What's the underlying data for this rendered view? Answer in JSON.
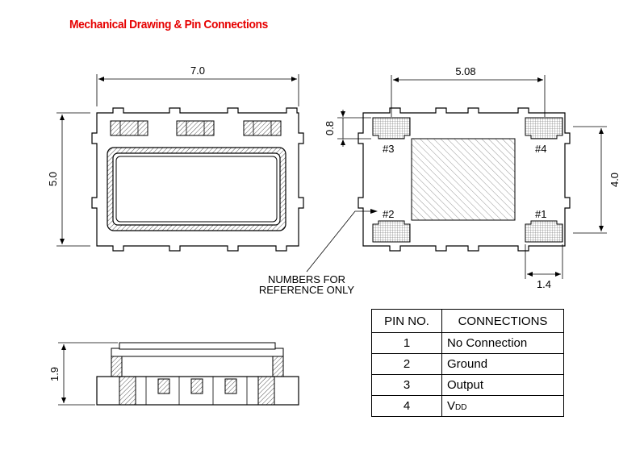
{
  "title": "Mechanical Drawing & Pin Connections",
  "dimensions": {
    "top_width": "7.0",
    "top_height": "5.0",
    "pad_pitch_horizontal": "5.08",
    "pad_pitch_vertical": "4.0",
    "pad_height": "0.8",
    "pad_width": "1.4",
    "side_height": "1.9"
  },
  "pin_labels": [
    "#1",
    "#2",
    "#3",
    "#4"
  ],
  "note": {
    "line1": "NUMBERS FOR",
    "line2": "REFERENCE ONLY"
  },
  "pin_table": {
    "headers": [
      "PIN NO.",
      "CONNECTIONS"
    ],
    "rows": [
      {
        "pin": "1",
        "connection": "No Connection"
      },
      {
        "pin": "2",
        "connection": "Ground"
      },
      {
        "pin": "3",
        "connection": "Output"
      },
      {
        "pin": "4",
        "connection": "V",
        "connection_sub": "DD"
      }
    ]
  },
  "colors": {
    "title": "#e60000",
    "line": "#000000",
    "hatch": "#666666"
  }
}
